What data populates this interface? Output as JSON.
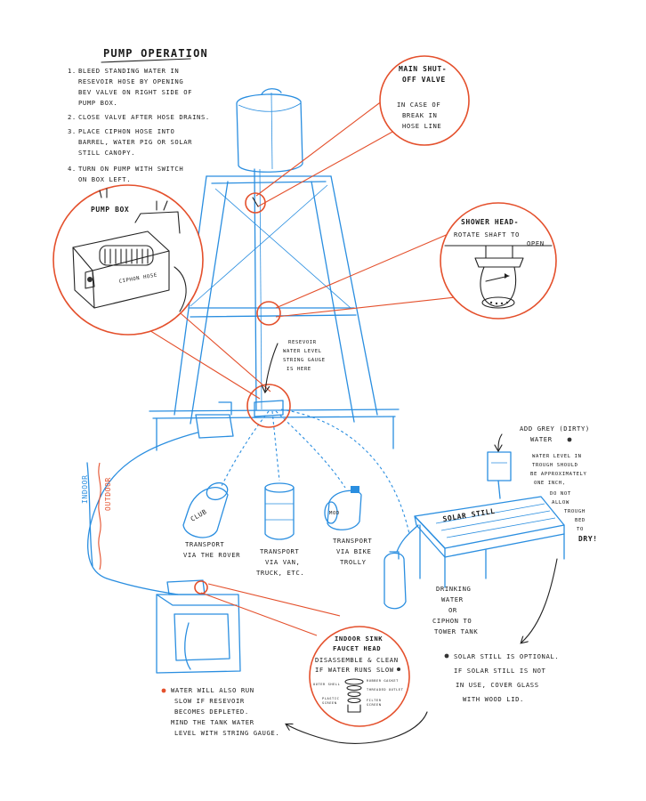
{
  "pump_operation": {
    "title": "PUMP OPERATION",
    "steps": [
      {
        "num": "1.",
        "lines": [
          "BLEED STANDING WATER IN",
          "RESEVOIR HOSE BY OPENING",
          "BEV VALVE ON RIGHT SIDE OF",
          "PUMP BOX."
        ]
      },
      {
        "num": "2.",
        "lines": [
          "CLOSE VALVE AFTER HOSE DRAINS."
        ]
      },
      {
        "num": "3.",
        "lines": [
          "PLACE CIPHON HOSE INTO",
          "BARREL, WATER PIG OR SOLAR",
          "STILL CANOPY."
        ]
      },
      {
        "num": "4.",
        "lines": [
          "TURN ON PUMP WITH SWITCH",
          "ON BOX LEFT."
        ]
      }
    ]
  },
  "main_shutoff": {
    "title_lines": [
      "MAIN SHUT-",
      "OFF VALVE"
    ],
    "note_lines": [
      "IN CASE OF",
      "BREAK IN",
      "HOSE LINE"
    ]
  },
  "pump_box": {
    "title": "PUMP BOX",
    "hose_label": "CIPHON HOSE"
  },
  "shower_head": {
    "title": "SHOWER HEAD-",
    "note_lines": [
      "ROTATE SHAFT TO",
      "OPEN"
    ]
  },
  "gauge_note": {
    "lines": [
      "RESEVOIR",
      "WATER LEVEL",
      "STRING GAUGE",
      "IS HERE"
    ]
  },
  "indoor_outdoor": {
    "indoor": "INDOOR",
    "outdoor": "OUTDOOR"
  },
  "transports": [
    {
      "badge": "CLUB",
      "lines": [
        "TRANSPORT",
        "VIA THE ROVER"
      ]
    },
    {
      "badge": "",
      "lines": [
        "TRANSPORT",
        "VIA VAN,",
        "TRUCK, ETC."
      ]
    },
    {
      "badge": "MOD",
      "lines": [
        "TRANSPORT",
        "VIA BIKE",
        "TROLLY"
      ]
    }
  ],
  "grey_water": {
    "title_lines": [
      "ADD GREY (DIRTY)",
      "WATER"
    ],
    "note_lines": [
      "WATER LEVEL IN",
      "TROUGH SHOULD",
      "BE APPROXIMATELY",
      "ONE INCH,"
    ],
    "warn_lines": [
      "DO NOT",
      "ALLOW",
      "TROUGH",
      "BED",
      "TO"
    ],
    "warn_end": "DRY!"
  },
  "solar_still": {
    "label": "SOLAR STILL"
  },
  "drinking_water": {
    "lines": [
      "DRINKING",
      "WATER",
      "OR",
      "CIPHON TO",
      "TOWER TANK"
    ]
  },
  "sink_faucet": {
    "title_lines": [
      "INDOOR SINK",
      "FAUCET HEAD"
    ],
    "note_lines": [
      "DISASSEMBLE & CLEAN",
      "IF WATER RUNS SLOW"
    ],
    "parts": [
      "OUTER SHELL",
      "RUBBER GASKET",
      "THREADED OUTLET",
      "PLASTIC",
      "SCREEN",
      "FILTER",
      "SCREEN"
    ]
  },
  "sink_note": {
    "lines": [
      "WATER WILL ALSO RUN",
      "SLOW IF RESEVOIR",
      "BECOMES DEPLETED.",
      "MIND THE TANK WATER",
      "LEVEL WITH STRING GAUGE."
    ]
  },
  "solar_optional": {
    "lines": [
      "SOLAR STILL IS OPTIONAL.",
      "IF SOLAR STILL IS NOT",
      "IN USE, COVER GLASS",
      "WITH WOOD LID."
    ]
  }
}
